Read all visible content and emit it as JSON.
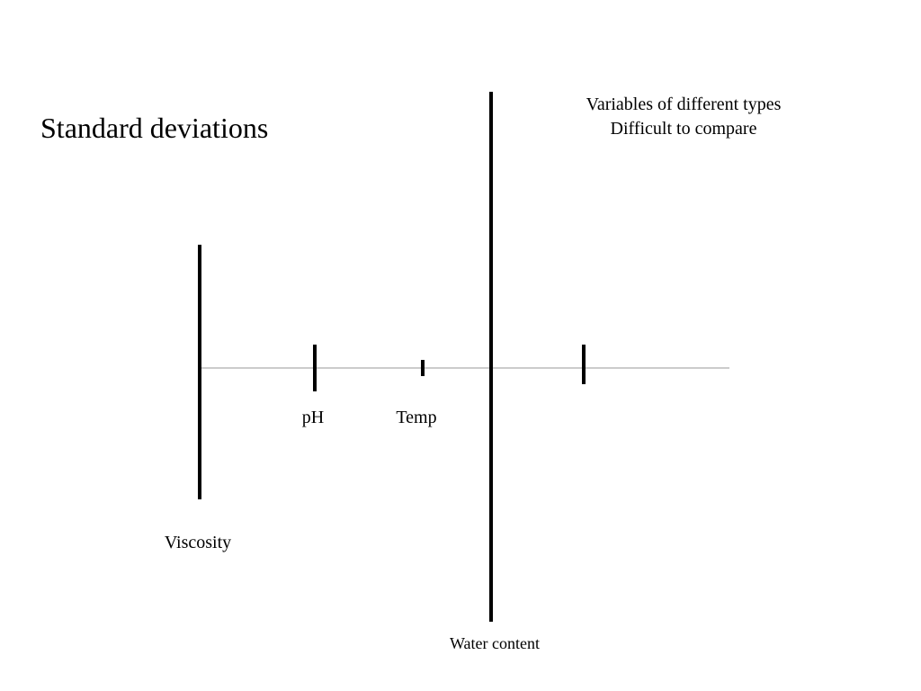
{
  "title": "Standard deviations",
  "note": {
    "line1": "Variables of different types",
    "line2": "Difficult to compare"
  },
  "variables": [
    {
      "id": "viscosity",
      "label": "Viscosity",
      "relative_spread": 1.0
    },
    {
      "id": "ph",
      "label": "pH",
      "relative_spread": 0.18
    },
    {
      "id": "temp",
      "label": "Temp",
      "relative_spread": 0.06
    },
    {
      "id": "water",
      "label": "Water content",
      "relative_spread": 2.1
    },
    {
      "id": "unlabeled",
      "label": "",
      "relative_spread": 0.15
    }
  ],
  "colors": {
    "bar": "#000000",
    "baseline": "#999999",
    "background": "#ffffff"
  }
}
